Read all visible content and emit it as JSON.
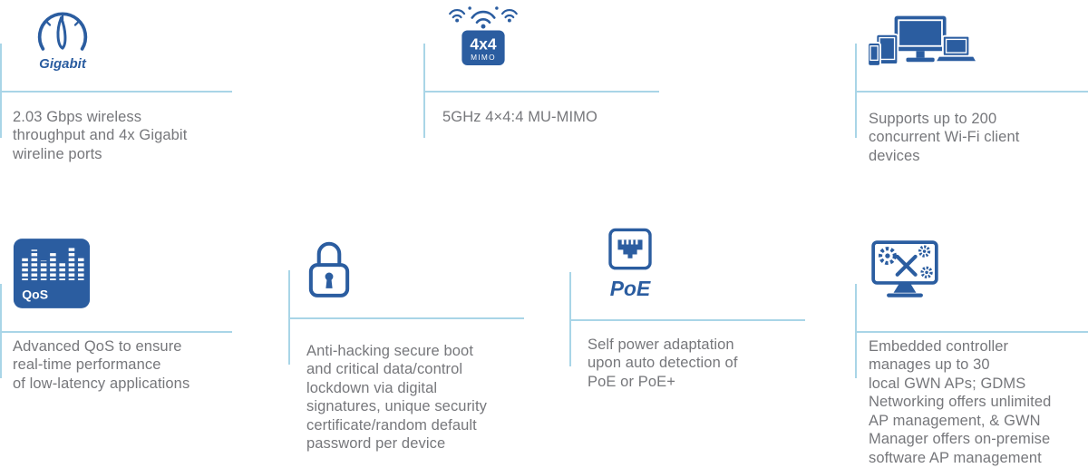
{
  "theme": {
    "primary": "#2b5da0",
    "line": "#a9d5e7",
    "text": "#76777b"
  },
  "features": [
    {
      "id": "gigabit",
      "icon": "gauge-icon",
      "icon_label": "Gigabit",
      "text": "2.03 Gbps wireless\nthroughput and 4x Gigabit\nwireline ports"
    },
    {
      "id": "mu-mimo",
      "icon": "mimo-icon",
      "icon_label_main": "4x4",
      "icon_label_sub": "MIMO",
      "text": "5GHz 4×4:4 MU-MIMO"
    },
    {
      "id": "client-devices",
      "icon": "devices-icon",
      "text": "Supports up to 200\nconcurrent Wi-Fi client\ndevices"
    },
    {
      "id": "qos",
      "icon": "qos-icon",
      "icon_label": "QoS",
      "text": "Advanced QoS to ensure\nreal-time performance\nof low-latency applications"
    },
    {
      "id": "security",
      "icon": "lock-icon",
      "text": "Anti-hacking secure boot\nand critical data/control\nlockdown via digital\nsignatures, unique security\ncertificate/random default\npassword per device"
    },
    {
      "id": "poe",
      "icon": "poe-icon",
      "icon_label": "PoE",
      "text": "Self power adaptation\nupon auto detection of\nPoE or PoE+"
    },
    {
      "id": "embedded-controller",
      "icon": "controller-icon",
      "text": "Embedded controller\nmanages up to 30\nlocal GWN APs; GDMS\nNetworking offers unlimited\nAP management, & GWN\nManager offers on-premise\nsoftware AP management"
    }
  ]
}
